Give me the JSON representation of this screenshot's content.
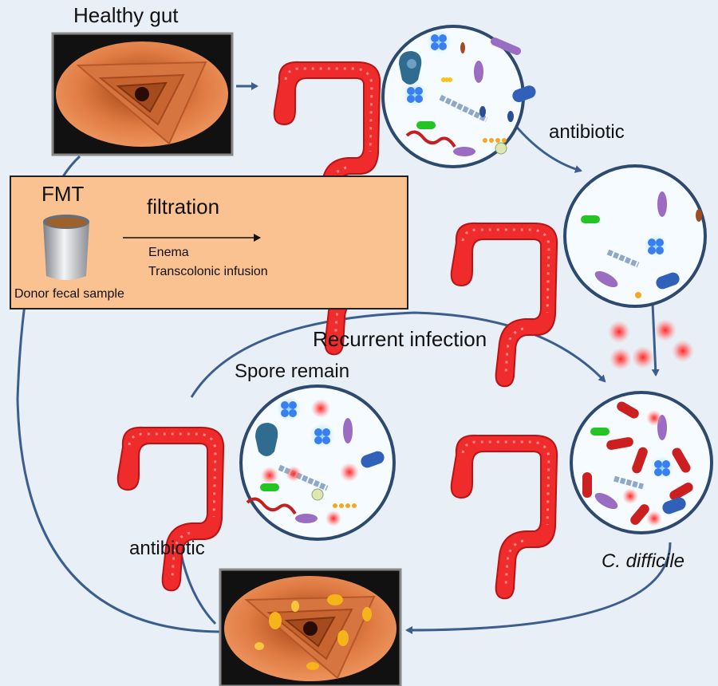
{
  "labels": {
    "healthy_gut": "Healthy gut",
    "fmt": "FMT",
    "filtration": "filtration",
    "enema": "Enema",
    "transcolonic": "Transcolonic infusion",
    "donor": "Donor fecal sample",
    "antibiotic_top": "antibiotic",
    "recurrent": "Recurrent infection",
    "spore": "Spore remain",
    "antibiotic_bottom": "antibiotic",
    "cdiff": "C. difficile"
  },
  "colors": {
    "background": "#e9eff6",
    "fmt_box": "#fbc291",
    "colon": "#ef2b2b",
    "arrow": "#3c5e8f",
    "c_difficile": "#cc1f1f",
    "spore_glow": "#ff4d4d"
  }
}
